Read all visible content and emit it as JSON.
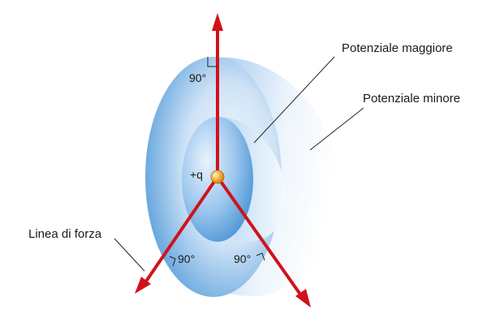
{
  "labels": {
    "higher_potential": "Potenziale maggiore",
    "lower_potential": "Potenziale minore",
    "field_line": "Linea di forza",
    "charge": "+q",
    "angle_top": "90°",
    "angle_left": "90°",
    "angle_right": "90°"
  },
  "colors": {
    "field_line": "#d0121b",
    "shell_dark": "#3a8fd6",
    "shell_light": "#e6f1fb",
    "charge": "#f2a630",
    "leader": "#222222"
  }
}
